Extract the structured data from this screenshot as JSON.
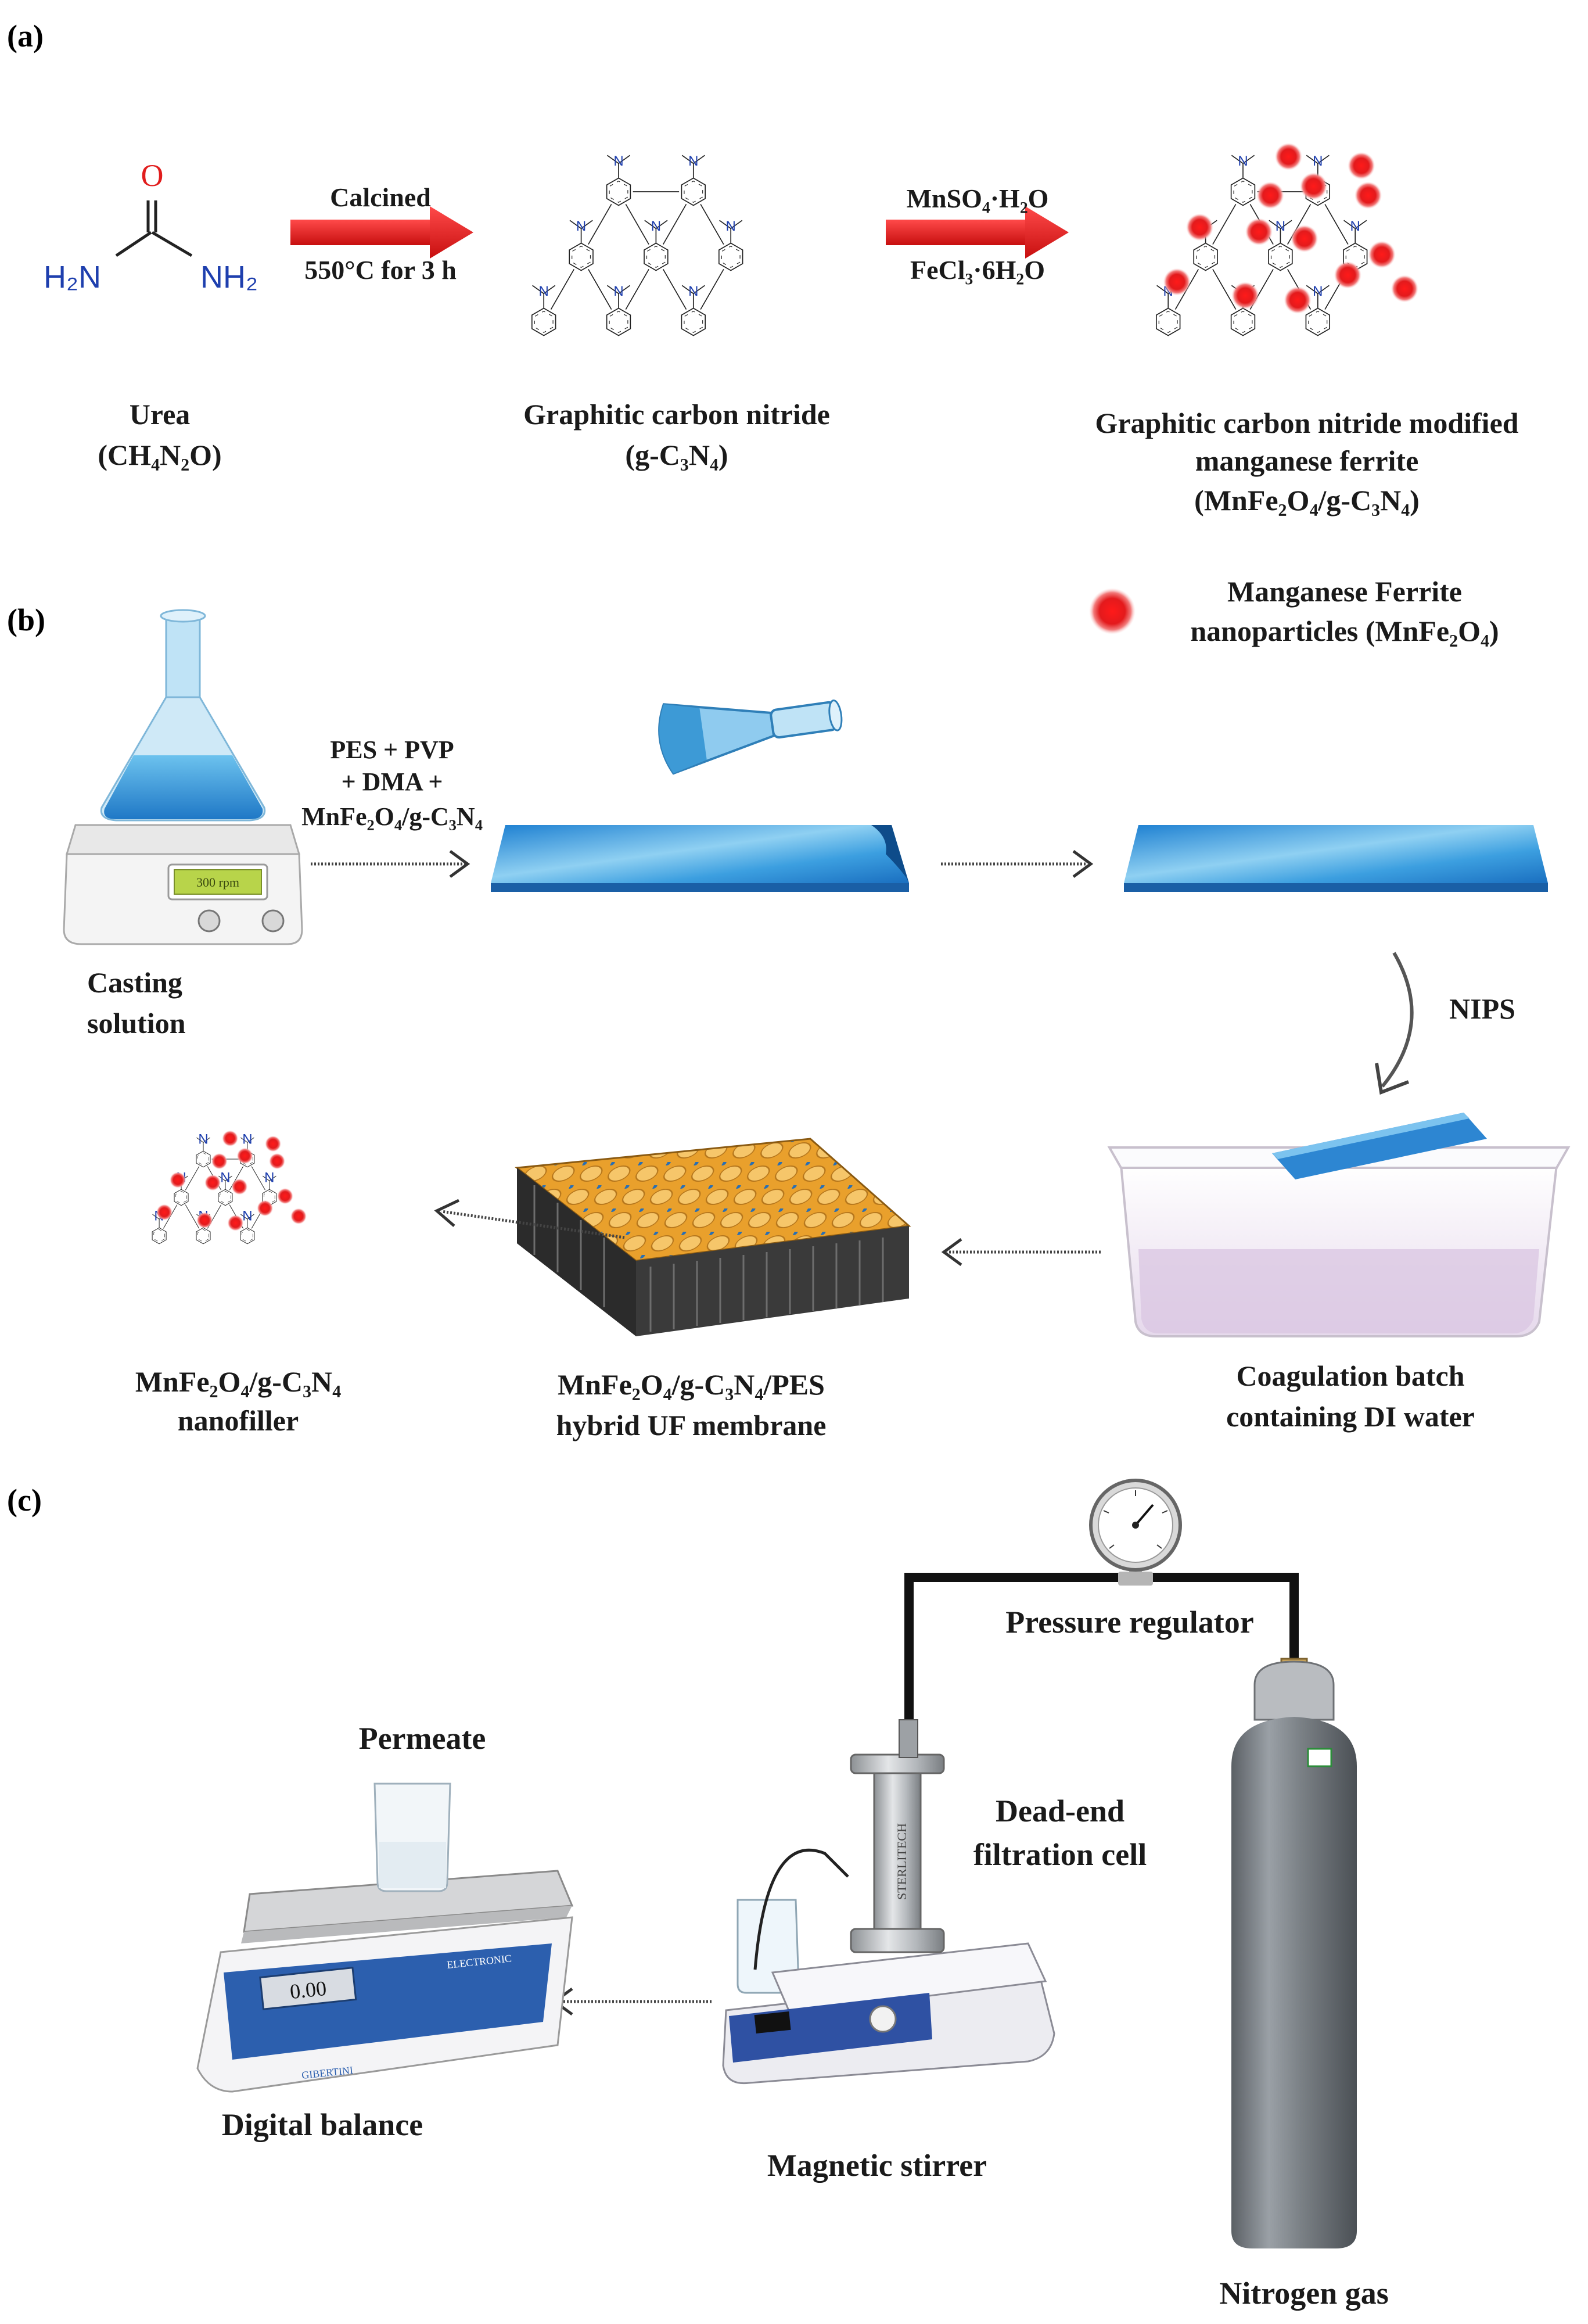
{
  "panels": {
    "a": "(a)",
    "b": "(b)",
    "c": "(c)"
  },
  "panel_a": {
    "urea_atoms": {
      "o": "O",
      "h2n": "H₂N",
      "nh2": "NH₂"
    },
    "urea_name": "Urea",
    "urea_formula": "(CH₄N₂O)",
    "step1_top": "Calcined",
    "step1_bottom": "550°C for 3 h",
    "gcn_name": "Graphitic carbon nitride",
    "gcn_formula": "(g-C₃N₄)",
    "step2_top": "MnSO₄·H₂O",
    "step2_bottom": "FeCl₃·6H₂O",
    "product_line1": "Graphitic carbon nitride modified",
    "product_line2": "manganese ferrite",
    "product_line3": "(MnFe₂O₄/g-C₃N₄)"
  },
  "legend": {
    "line1": "Manganese Ferrite",
    "line2": "nanoparticles (MnFe₂O₄)"
  },
  "panel_b": {
    "recipe_line1": "PES + PVP",
    "recipe_line2": "+ DMA +",
    "recipe_line3": "MnFe₂O₄/g-C₃N₄",
    "stirrer_display": "300 rpm",
    "casting_line1": "Casting",
    "casting_line2": "solution",
    "nips": "NIPS",
    "coag_line1": "Coagulation batch",
    "coag_line2": "containing DI water",
    "membrane_line1": "MnFe₂O₄/g-C₃N₄/PES",
    "membrane_line2": "hybrid UF membrane",
    "nanofiller_line1": "MnFe₂O₄/g-C₃N₄",
    "nanofiller_line2": "nanofiller"
  },
  "panel_c": {
    "pressure_regulator": "Pressure regulator",
    "permeate": "Permeate",
    "cell_line1": "Dead-end",
    "cell_line2": "filtration cell",
    "cell_brand": "STERLITECH",
    "balance_display": "0.00",
    "balance_brand": "ELECTRONIC",
    "balance_maker": "GIBERTINI",
    "digital_balance": "Digital balance",
    "magnetic_stirrer": "Magnetic stirrer",
    "nitrogen_gas": "Nitrogen gas"
  },
  "colors": {
    "nanoparticle": "#e31a1c",
    "arrow_red": "#e11d1d",
    "chem_blue": "#1e3fae",
    "glass_blue": "#3d9ad6",
    "cylinder_grey": "#6e7378"
  }
}
